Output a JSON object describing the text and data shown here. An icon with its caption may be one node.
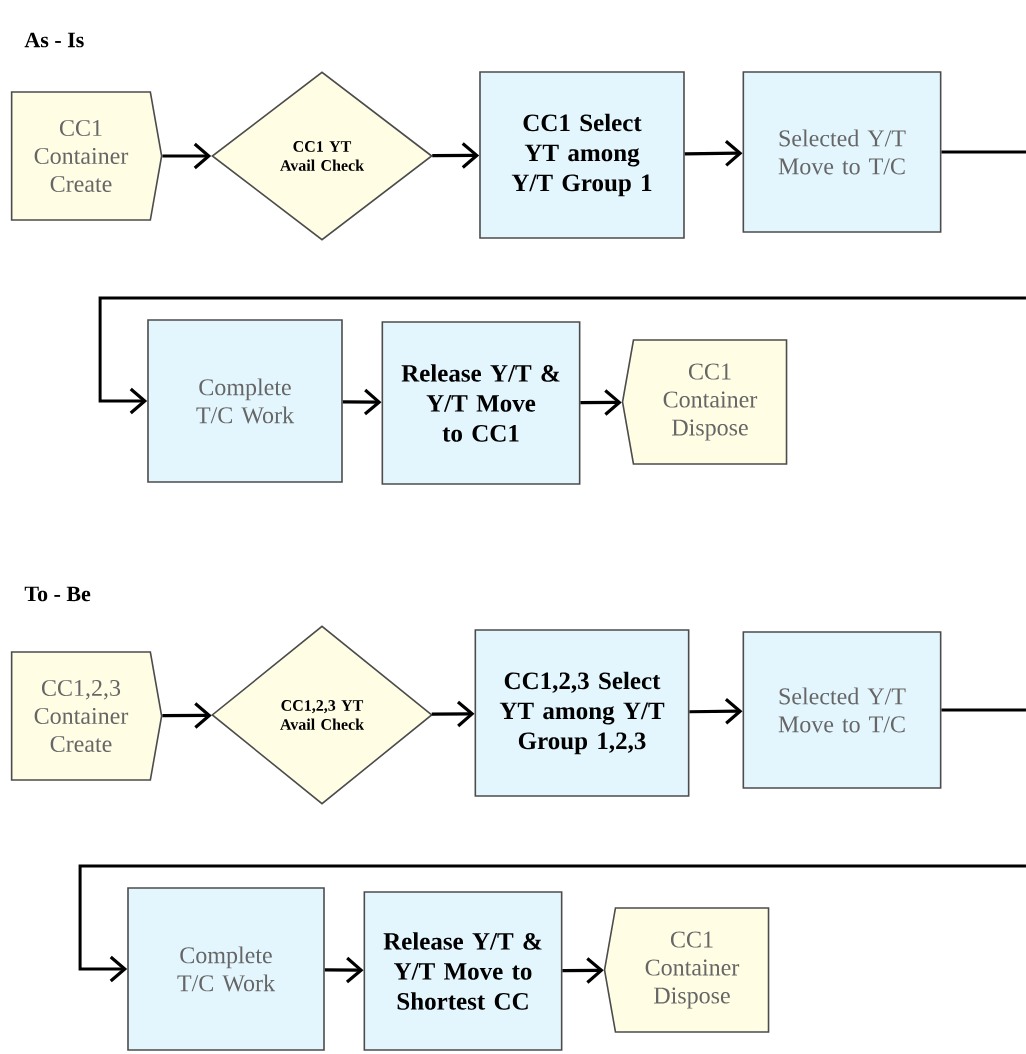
{
  "diagram": {
    "nodes": [
      {
        "text": [
          "CC1 Container Create"
        ]
      },
      {
        "text": [
          "CC1 YT Avail Check"
        ]
      },
      {
        "text": [
          "CC1 Select YT among Y/T Group 1"
        ]
      },
      {
        "text": [
          "Selected Y/T Move to T/C"
        ]
      },
      {
        "text": [
          "Complete T/C Work"
        ]
      },
      {
        "text": [
          "Release Y/T & Y/T Move to CC1"
        ]
      },
      {
        "text": [
          "CC1 Container Dispose"
        ]
      },
      {
        "text": [
          "CC1,2,3 Container Create"
        ]
      },
      {
        "text": [
          "CC1,2,3 YT Avail Check"
        ]
      },
      {
        "text": [
          "CC1,2,3 Select YT among Y/T Group 1,2,3"
        ]
      },
      {
        "text": [
          "Selected Y/T Move to T/C"
        ]
      },
      {
        "text": [
          "Complete T/C Work"
        ]
      },
      {
        "text": [
          "Release Y/T & Y/T Move to Shortest CC"
        ]
      },
      {
        "text": [
          "CC1 Container Dispose"
        ]
      }
    ],
    "edges": [
      {
        "from": 0,
        "to": 1,
        "arrow": "to"
      },
      {
        "from": 1,
        "to": 2,
        "arrow": "to"
      },
      {
        "from": 2,
        "to": 3,
        "arrow": "to"
      },
      {
        "from": 3,
        "to": 4,
        "arrow": "to"
      },
      {
        "from": 4,
        "to": 5,
        "arrow": "to"
      },
      {
        "from": 5,
        "to": 6,
        "arrow": "to"
      },
      {
        "from": 7,
        "to": 8,
        "arrow": "to"
      },
      {
        "from": 8,
        "to": 9,
        "arrow": "to"
      },
      {
        "from": 9,
        "to": 10,
        "arrow": "to"
      },
      {
        "from": 10,
        "to": 11,
        "arrow": "to"
      },
      {
        "from": 11,
        "to": 12,
        "arrow": "to"
      },
      {
        "from": 12,
        "to": 13,
        "arrow": "to"
      }
    ],
    "labels": [
      "As - Is",
      "To - Be"
    ]
  }
}
